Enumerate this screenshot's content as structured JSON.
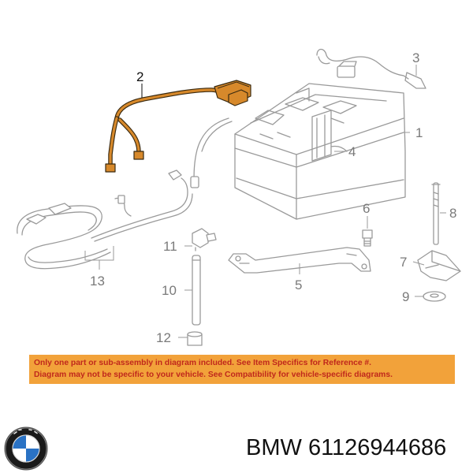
{
  "diagram": {
    "callouts": {
      "c1": "1",
      "c2": "2",
      "c3": "3",
      "c4": "4",
      "c5": "5",
      "c6": "6",
      "c7": "7",
      "c8": "8",
      "c9": "9",
      "c10": "10",
      "c11": "11",
      "c12": "12",
      "c13": "13"
    },
    "highlight_color": "#d7892b"
  },
  "notice": {
    "line1": "Only one part or sub-assembly in diagram included. See Item Specifics for Reference #.",
    "line2": "Diagram may not be specific to your vehicle. See Compatibility for vehicle-specific diagrams.",
    "background": "#f2a23a",
    "text_color": "#c0281c"
  },
  "brand": {
    "name": "BMW",
    "part_number": "61126944686",
    "logo_icon": "bmw-roundel-icon"
  }
}
